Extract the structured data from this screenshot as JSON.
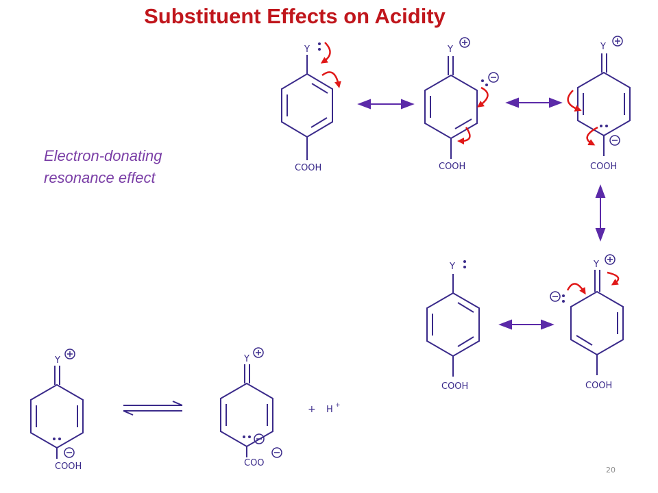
{
  "title": "Substituent Effects on Acidity",
  "caption": {
    "line1": "Electron-donating",
    "line2": "resonance  effect"
  },
  "page_number": "20",
  "labels": {
    "substituent": "Y",
    "acid_group": "COOH",
    "carboxylate": "COO",
    "proton": "H",
    "plus": "+"
  },
  "colors": {
    "bond": "#3a2a8a",
    "arrow": "#5b2aa8",
    "curved_arrow": "#e01818",
    "title": "#c0161c",
    "caption": "#7a3ea6"
  }
}
